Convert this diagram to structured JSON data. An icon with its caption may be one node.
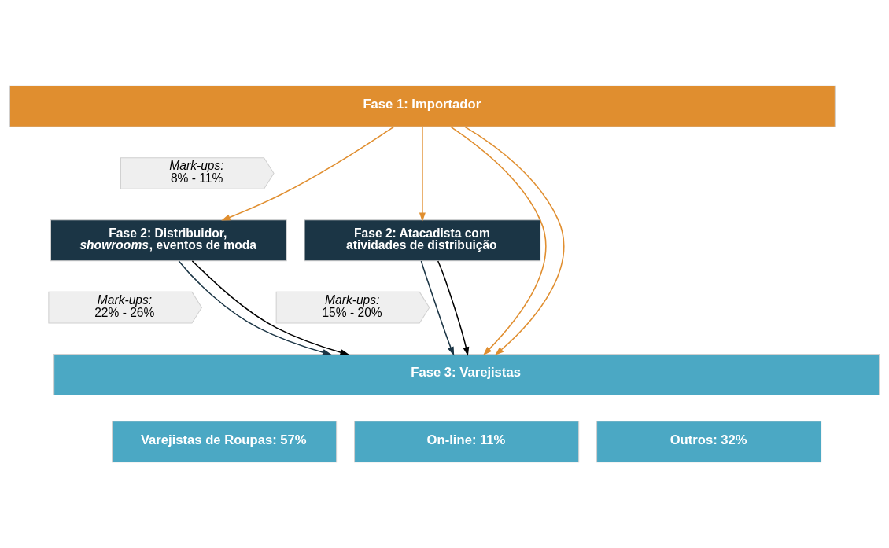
{
  "diagram": {
    "nodes": [
      {
        "text": [
          "Fase 1: Importador"
        ]
      },
      {
        "text": [
          "Mark-ups:",
          "8% - 11%"
        ]
      },
      {
        "text": [
          "Fase 2: Distribuidor, *showrooms*, eventos de moda"
        ]
      },
      {
        "text": [
          "Fase 2: Atacadista com atividades de distribuição"
        ]
      },
      {
        "text": [
          "Mark-ups:",
          "22% - 26%"
        ]
      },
      {
        "text": [
          "Mark-ups:",
          "15% - 20%"
        ]
      },
      {
        "text": [
          "Fase 3: Varejistas"
        ]
      },
      {
        "text": [
          "Varejistas de Roupas: 57%"
        ]
      },
      {
        "text": [
          "On-line: 11%"
        ]
      },
      {
        "text": [
          "Outros: 32%"
        ]
      }
    ],
    "edges": [
      {
        "from": 0,
        "to": 2,
        "arrow": "to",
        "color": "#e08e2f"
      },
      {
        "from": 0,
        "to": 3,
        "arrow": "to",
        "color": "#e08e2f"
      },
      {
        "from": 0,
        "to": 6,
        "arrow": "to",
        "color": "#e08e2f"
      },
      {
        "from": 0,
        "to": 6,
        "arrow": "to",
        "color": "#e08e2f"
      },
      {
        "from": 2,
        "to": 6,
        "arrow": "to",
        "color": "#1b3545"
      },
      {
        "from": 3,
        "to": 6,
        "arrow": "to",
        "color": "#1b3545"
      },
      {
        "from": 2,
        "to": 6,
        "arrow": "to",
        "color": "#000000"
      },
      {
        "from": 3,
        "to": 6,
        "arrow": "to",
        "color": "#000000"
      }
    ]
  }
}
